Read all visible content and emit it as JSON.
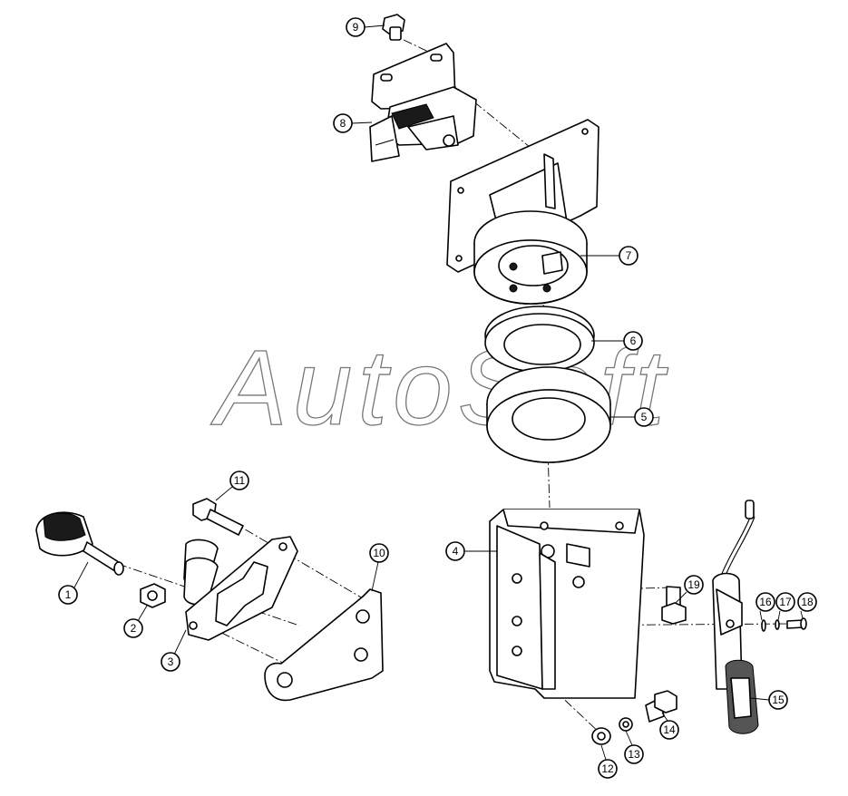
{
  "watermark": {
    "text": "AutoSoft"
  },
  "callouts": [
    {
      "id": 1,
      "label": "1"
    },
    {
      "id": 2,
      "label": "2"
    },
    {
      "id": 3,
      "label": "3"
    },
    {
      "id": 4,
      "label": "4"
    },
    {
      "id": 5,
      "label": "5"
    },
    {
      "id": 6,
      "label": "6"
    },
    {
      "id": 7,
      "label": "7"
    },
    {
      "id": 8,
      "label": "8"
    },
    {
      "id": 9,
      "label": "9"
    },
    {
      "id": 10,
      "label": "10"
    },
    {
      "id": 11,
      "label": "11"
    },
    {
      "id": 12,
      "label": "12"
    },
    {
      "id": 13,
      "label": "13"
    },
    {
      "id": 14,
      "label": "14"
    },
    {
      "id": 15,
      "label": "15"
    },
    {
      "id": 16,
      "label": "16"
    },
    {
      "id": 17,
      "label": "17"
    },
    {
      "id": 18,
      "label": "18"
    },
    {
      "id": 19,
      "label": "19"
    }
  ],
  "colors": {
    "line": "#000000",
    "background": "#ffffff",
    "watermark": "#777777"
  }
}
